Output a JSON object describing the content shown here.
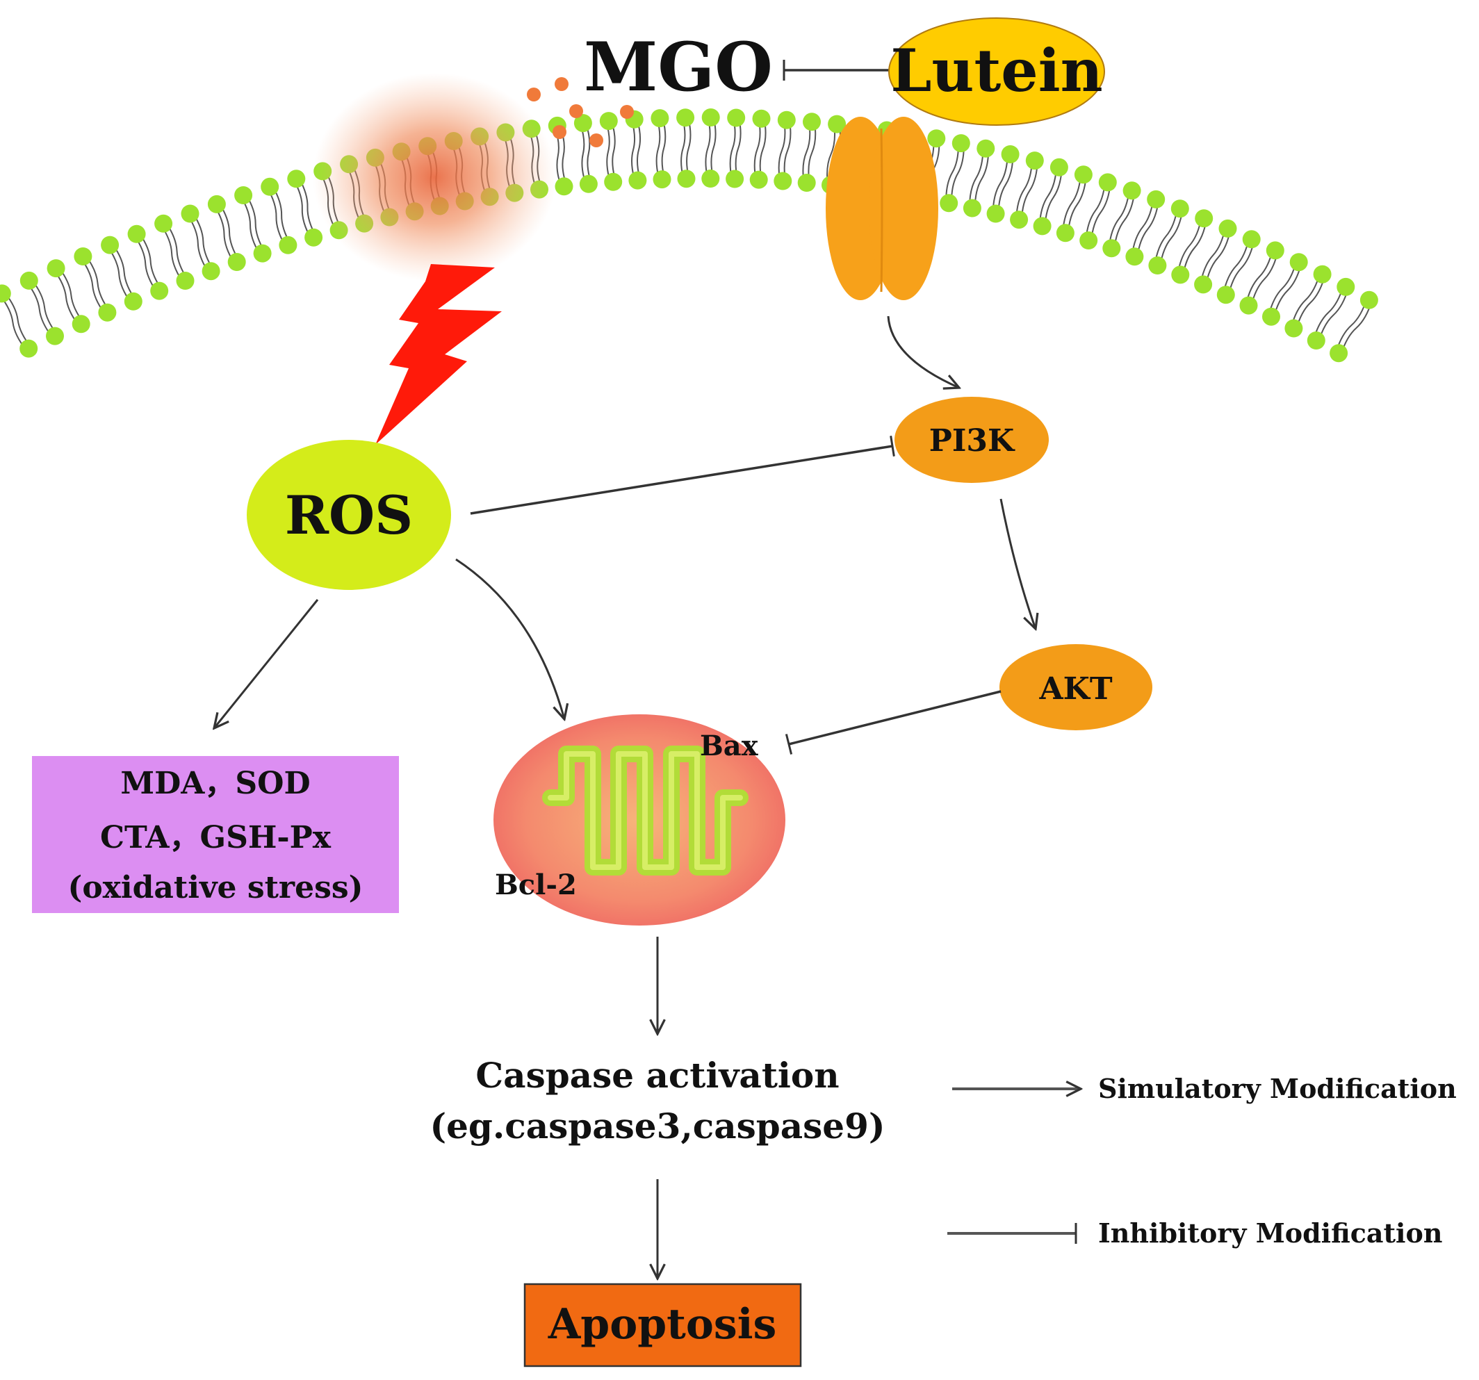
{
  "labels": {
    "mgo": "MGO",
    "lutein": "Lutein",
    "ros": "ROS",
    "pi3k": "PI3K",
    "akt": "AKT",
    "bax": "Bax",
    "bcl2": "Bcl-2",
    "markers_line1": "MDA，SOD",
    "markers_line2": "CTA，GSH-Px",
    "markers_line3": "(oxidative stress)",
    "caspase_line1": "Caspase activation",
    "caspase_line2": "(eg.caspase3,caspase9)",
    "apoptosis": "Apoptosis"
  },
  "legend": {
    "stimulatory": "Simulatory Modification",
    "inhibitory": "Inhibitory Modification"
  },
  "icons": {
    "membrane": "lipid-bilayer-icon",
    "receptor": "membrane-receptor-icon",
    "lightning": "lightning-bolt-icon",
    "mitochondrion": "mitochondrion-icon",
    "mgo_particles": "particle-dots-icon",
    "damage_glow": "damage-glow-icon"
  },
  "colors": {
    "lipid_head": "#9be22e",
    "lipid_tail": "#555555",
    "lutein": "#ffcc00",
    "ros": "#d4ec1a",
    "receptor": "#f7a11a",
    "pi3k_akt": "#f39c18",
    "lightning": "#ff1a0a",
    "markers_box": "#dc8ef2",
    "apoptosis_box": "#f16a12",
    "mgo_dots": "#f07a3a",
    "mito_outer": "#f28a6a",
    "mito_inner": "#b2dc38",
    "arrow": "#333333"
  }
}
